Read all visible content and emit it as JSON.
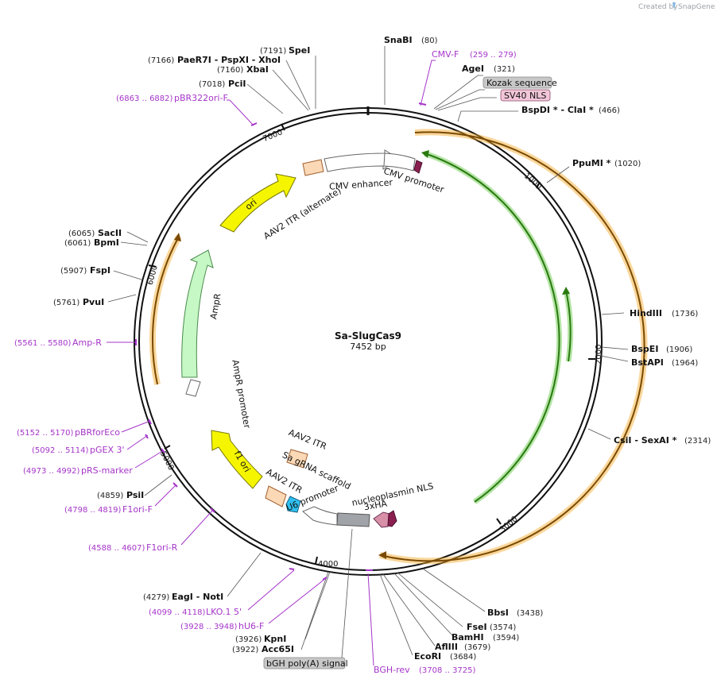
{
  "watermark": {
    "prefix": "Created by",
    "brand": "SnapGene"
  },
  "plasmid": {
    "name": "Sa-SlugCas9",
    "size_label": "7452 bp",
    "length": 7452
  },
  "ticks": [
    "1000",
    "2000",
    "3000",
    "4000",
    "5000",
    "6000",
    "7000"
  ],
  "sites": [
    {
      "name": "SnaBI",
      "pos": "(80)"
    },
    {
      "name": "AgeI",
      "pos": "(321)"
    },
    {
      "name": "BspDI * - ClaI *",
      "pos": "(466)"
    },
    {
      "name": "PpuMI *",
      "pos": "(1020)"
    },
    {
      "name": "HindIII",
      "pos": "(1736)"
    },
    {
      "name": "BspEI",
      "pos": "(1906)"
    },
    {
      "name": "BstAPI",
      "pos": "(1964)"
    },
    {
      "name": "CsiI - SexAI *",
      "pos": "(2314)"
    },
    {
      "name": "BbsI",
      "pos": "(3438)"
    },
    {
      "name": "FseI",
      "pos": "(3574)"
    },
    {
      "name": "BamHI",
      "pos": "(3594)"
    },
    {
      "name": "AflIII",
      "pos": "(3679)"
    },
    {
      "name": "EcoRI",
      "pos": "(3684)"
    },
    {
      "name": "KpnI",
      "pos": "(3926)"
    },
    {
      "name": "Acc65I",
      "pos": "(3922)"
    },
    {
      "name": "EagI - NotI",
      "pos": "(4279)"
    },
    {
      "name": "PsiI",
      "pos": "(4859)"
    },
    {
      "name": "PvuI",
      "pos": "(5761)"
    },
    {
      "name": "FspI",
      "pos": "(5907)"
    },
    {
      "name": "BpmI",
      "pos": "(6061)"
    },
    {
      "name": "SacII",
      "pos": "(6065)"
    },
    {
      "name": "PciI",
      "pos": "(7018)"
    },
    {
      "name": "XbaI",
      "pos": "(7160)"
    },
    {
      "name": "PaeR7I - PspXI - XhoI",
      "pos": "(7166)"
    },
    {
      "name": "SpeI",
      "pos": "(7191)"
    }
  ],
  "primers": [
    {
      "name": "CMV-F",
      "pos": "(259 .. 279)"
    },
    {
      "name": "BGH-rev",
      "pos": "(3708 .. 3725)"
    },
    {
      "name": "hU6-F",
      "pos": "(3928 .. 3948)"
    },
    {
      "name": "LKO.1 5'",
      "pos": "(4099 .. 4118)"
    },
    {
      "name": "F1ori-R",
      "pos": "(4588 .. 4607)"
    },
    {
      "name": "F1ori-F",
      "pos": "(4798 .. 4819)"
    },
    {
      "name": "pRS-marker",
      "pos": "(4973 .. 4992)"
    },
    {
      "name": "pGEX 3'",
      "pos": "(5092 .. 5114)"
    },
    {
      "name": "pBRforEco",
      "pos": "(5152 .. 5170)"
    },
    {
      "name": "Amp-R",
      "pos": "(5561 .. 5580)"
    },
    {
      "name": "pBR322ori-F",
      "pos": "(6863 .. 6882)"
    }
  ],
  "boxed_labels": [
    {
      "name": "Kozak sequence",
      "color": "#c8c8c8"
    },
    {
      "name": "SV40 NLS",
      "color": "#f2c6d8"
    },
    {
      "name": "bGH poly(A) signal",
      "color": "#c8c8c8"
    }
  ],
  "features": [
    {
      "name": "CMV enhancer"
    },
    {
      "name": "CMV promoter"
    },
    {
      "name": "AAV2 ITR (alternate)"
    },
    {
      "name": "ori"
    },
    {
      "name": "AmpR"
    },
    {
      "name": "AmpR promoter"
    },
    {
      "name": "f1 ori"
    },
    {
      "name": "AAV2 ITR"
    },
    {
      "name": "Sa gRNA scaffold"
    },
    {
      "name": "AAV2 ITR"
    },
    {
      "name": "U6 promoter"
    },
    {
      "name": "nucleoplasmin NLS"
    },
    {
      "name": "3xHA"
    }
  ],
  "colors": {
    "orf": "#f5a623",
    "orf_dark": "#7a4a00",
    "cas9": "#5cc63a",
    "ori": "#f5f500",
    "ampr": "#c5f8c5",
    "itr": "#fcd9b6",
    "nls": "#8a2050",
    "primer": "#a535c9"
  }
}
